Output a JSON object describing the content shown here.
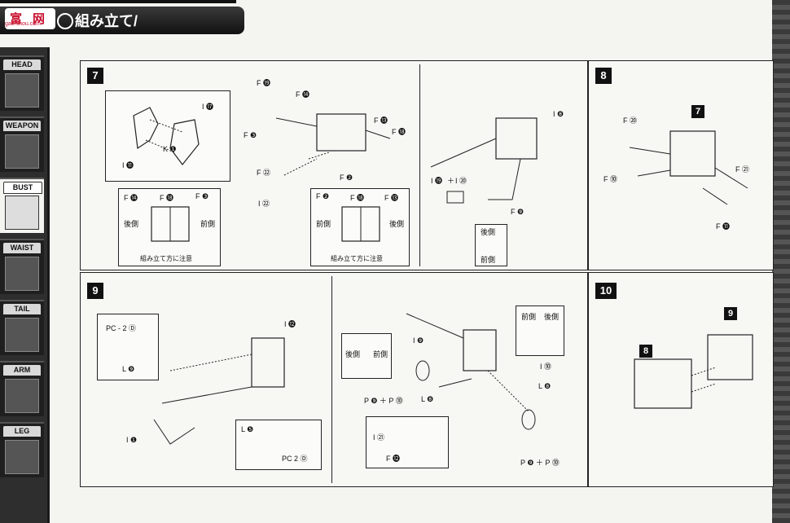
{
  "header": {
    "logo": "富",
    "logo_char2": "网",
    "logo_sub": "gao.shou.com",
    "title": "組み立て/"
  },
  "sidebar": {
    "tabs": [
      {
        "label": "HEAD"
      },
      {
        "label": "WEAPON"
      },
      {
        "label": "BUST",
        "active": true
      },
      {
        "label": "WAIST"
      },
      {
        "label": "TAIL"
      },
      {
        "label": "ARM"
      },
      {
        "label": "LEG"
      }
    ]
  },
  "steps": {
    "s7": {
      "number": "7",
      "callout_left": {
        "label_i17": "I ⓱",
        "label_k": "K ❶",
        "label_i11": "I ⓫"
      },
      "parts": {
        "f19": "F ⓳",
        "f14": "F ⓮",
        "f3": "F ❸",
        "f13": "F ⓭",
        "f18": "F ⓲",
        "f22": "F ㉒",
        "i22": "I ㉒",
        "f2": "F ❷"
      },
      "sub_a": {
        "h1": "F ⓮",
        "h2": "F ⓲",
        "h3": "F ❸",
        "side_left": "後側",
        "side_right": "前側",
        "note": "組み立て方に注意"
      },
      "sub_b": {
        "h1": "F ❷",
        "h2": "F ⓲",
        "h3": "F ⓭",
        "side_left": "前側",
        "side_right": "後側",
        "note": "組み立て方に注意"
      },
      "right": {
        "i8": "I ❽",
        "i19": "I ⓳",
        "plus": "＋",
        "i20": "I ⑳",
        "f9": "F ❾",
        "back": "後側",
        "front": "前側"
      }
    },
    "s8": {
      "number": "8",
      "f20": "F ⑳",
      "ref7": "7",
      "f10": "F ⓾",
      "f21": "F ㉑",
      "f11": "F ⓫"
    },
    "s9": {
      "number": "9",
      "pc": "PC - 2 Ⓓ",
      "l9": "L ❾",
      "i12": "I ⓬",
      "i1": "I ❶",
      "l5": "L ❺",
      "pc2": "PC   2 Ⓓ",
      "right_parts": {
        "i9": "I ❾",
        "back": "後側",
        "front": "前側",
        "front2": "前側",
        "back2": "後側",
        "i10": "I ⓾",
        "l8": "L ❽",
        "p9p10": "P ❾ ＋ P ⓾",
        "l8b": "L ❽",
        "i21": "I ㉑",
        "f12": "F ⓬",
        "p9p10b": "P ❾ ＋ P ⓾"
      }
    },
    "s10": {
      "number": "10",
      "ref9": "9",
      "ref8": "8"
    }
  }
}
